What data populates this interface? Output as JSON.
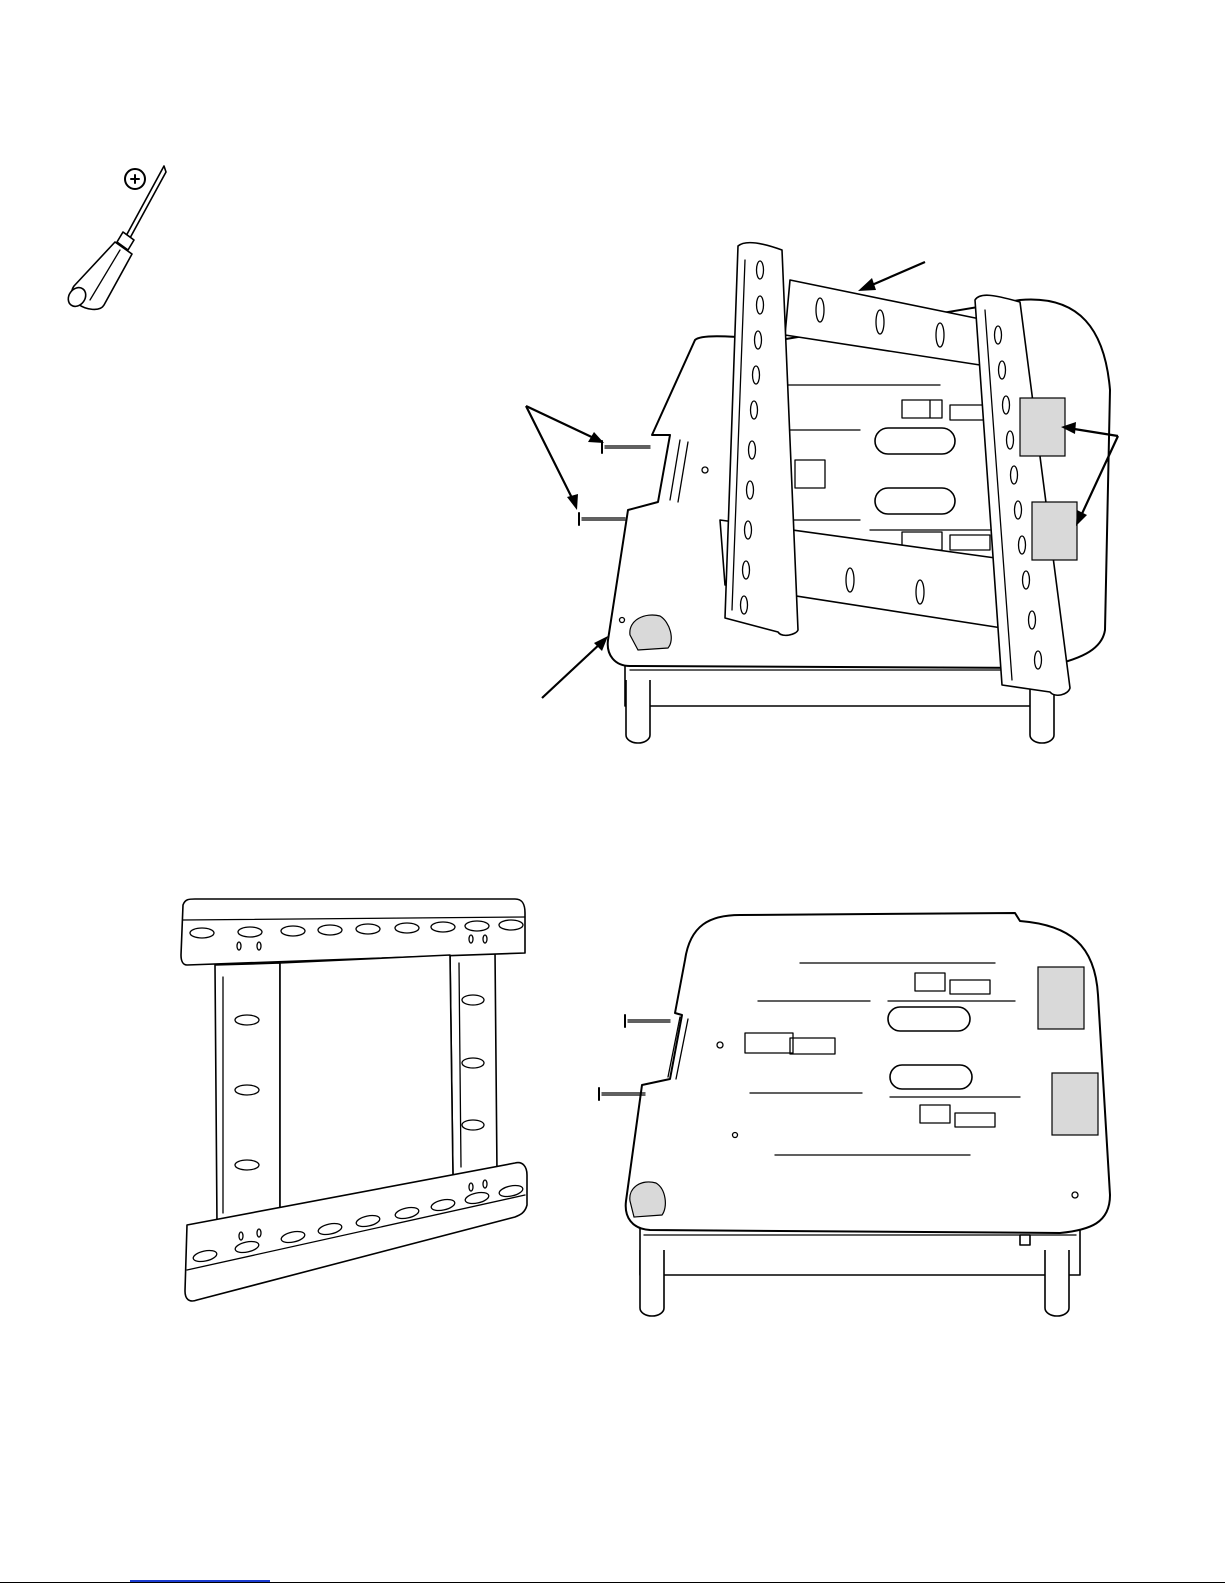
{
  "page": {
    "kind": "assembly instructions",
    "printed_text": []
  },
  "tool": {
    "icon": "phillips-screwdriver-icon"
  },
  "figures": [
    {
      "id": "exploded-view",
      "icon": "exploded-mount-icon",
      "callouts": [
        "crossbar",
        "screws",
        "hooks",
        "adapter-plate"
      ]
    },
    {
      "id": "bracket-frame",
      "icon": "bracket-frame-icon"
    },
    {
      "id": "adapter-plate-with-screws",
      "icon": "adapter-plate-icon"
    }
  ],
  "colors": {
    "ink": "#000000",
    "paper": "#ffffff",
    "shade": "#d9d9d9",
    "footer_link": "#1a3cd0"
  }
}
